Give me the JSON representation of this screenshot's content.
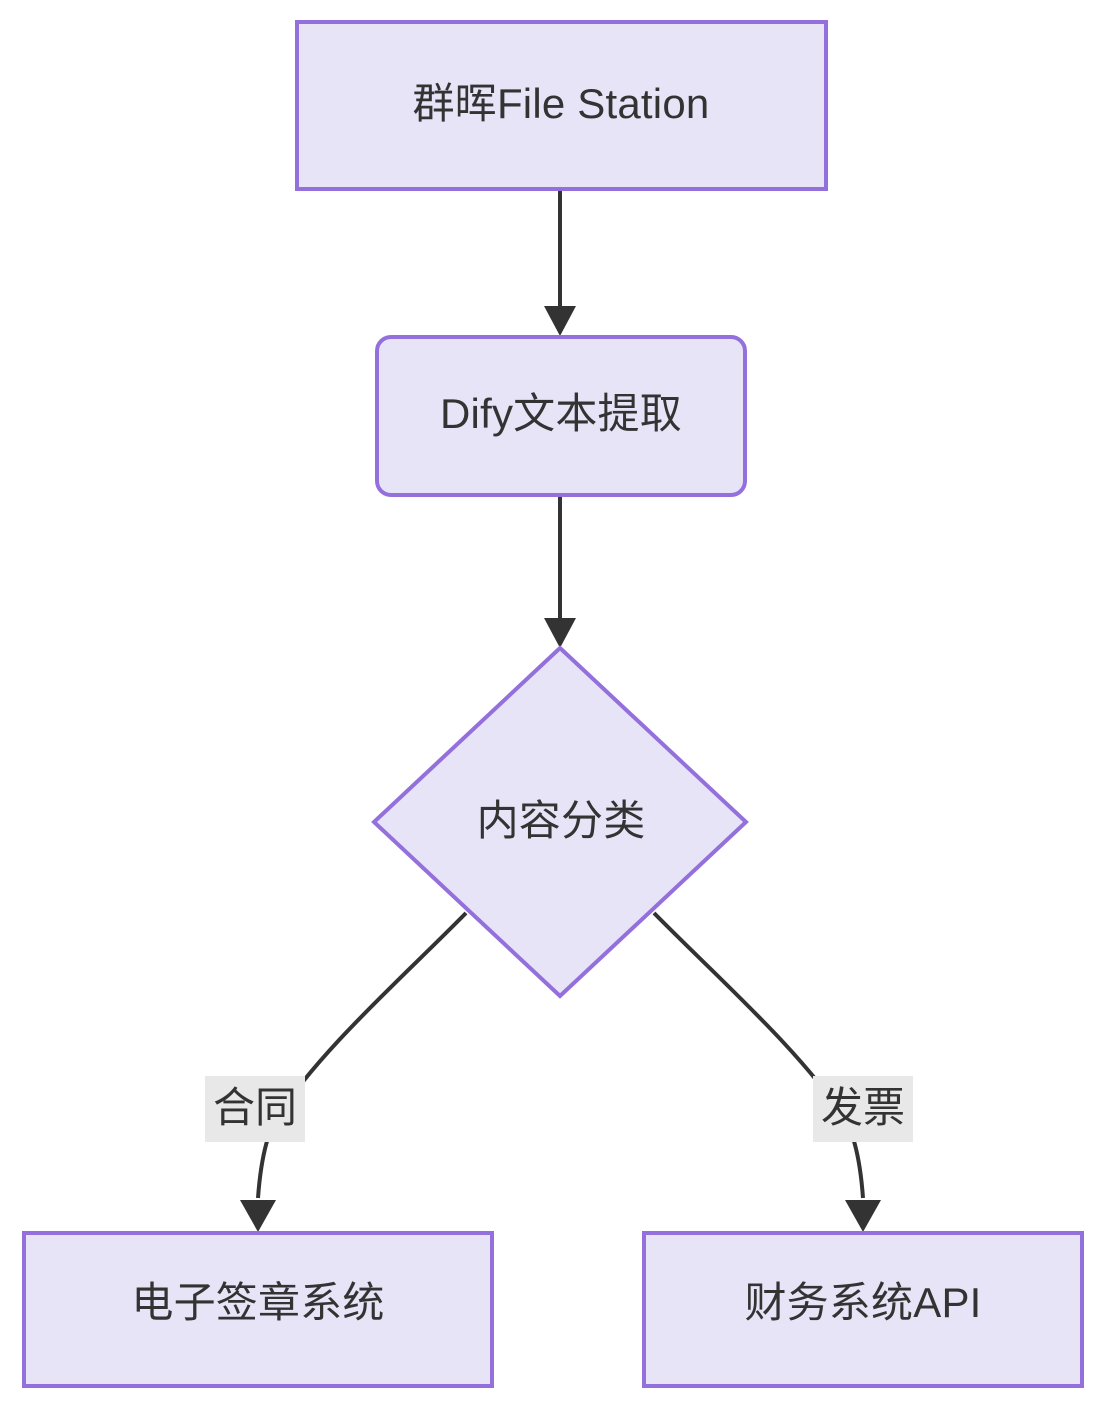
{
  "diagram": {
    "type": "flowchart",
    "direction": "top-down",
    "background_color": "#ffffff",
    "node_fill_color": "#e8e4f8",
    "node_border_color": "#9370db",
    "text_color": "#333333",
    "edge_color": "#333333",
    "edge_label_bg_color": "#e8e8e8",
    "nodes": [
      {
        "id": "source",
        "label": "群晖File Station",
        "shape": "rectangle"
      },
      {
        "id": "extract",
        "label": "Dify文本提取",
        "shape": "rounded-rectangle"
      },
      {
        "id": "classify",
        "label": "内容分类",
        "shape": "diamond"
      },
      {
        "id": "esign",
        "label": "电子签章系统",
        "shape": "rectangle"
      },
      {
        "id": "finance",
        "label": "财务系统API",
        "shape": "rectangle"
      }
    ],
    "edges": [
      {
        "from": "source",
        "to": "extract",
        "label": ""
      },
      {
        "from": "extract",
        "to": "classify",
        "label": ""
      },
      {
        "from": "classify",
        "to": "esign",
        "label": "合同"
      },
      {
        "from": "classify",
        "to": "finance",
        "label": "发票"
      }
    ]
  }
}
